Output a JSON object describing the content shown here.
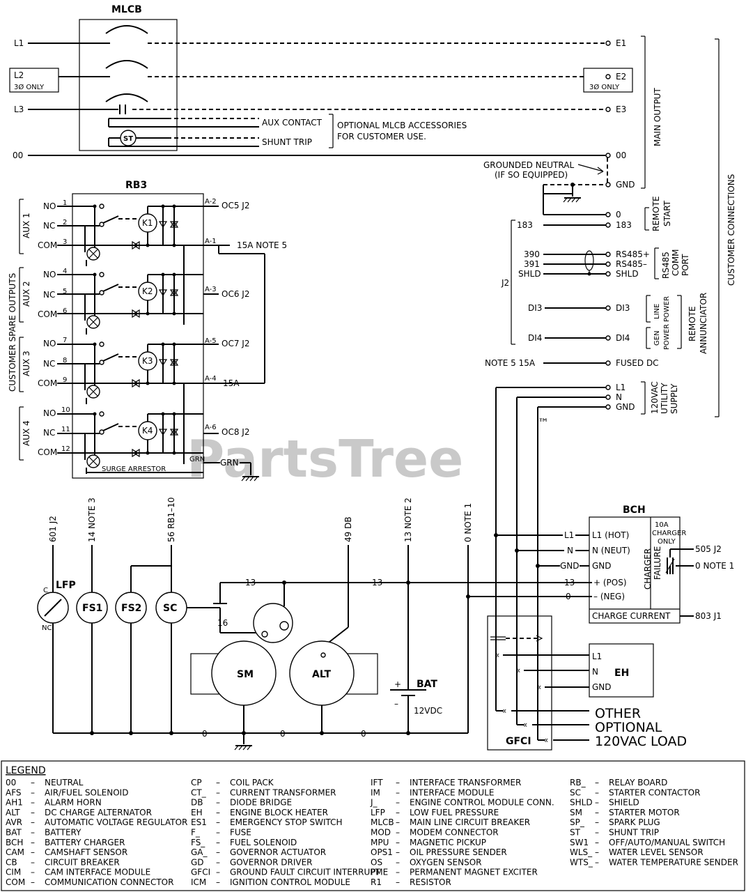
{
  "titles": {
    "mlcb": "MLCB",
    "rb3": "RB3",
    "bch": "BCH"
  },
  "watermark": {
    "text": "PartsTree",
    "tm": "™"
  },
  "mlcb": {
    "left": [
      "L1",
      "L2",
      "3Ø ONLY",
      "L3",
      "00"
    ],
    "right": [
      "E1",
      "E2",
      "3Ø ONLY",
      "E3",
      "00",
      "GND"
    ],
    "aux_contact": "AUX CONTACT",
    "shunt_trip": "SHUNT TRIP",
    "st": "ST",
    "optional_1": "OPTIONAL MLCB ACCESSORIES",
    "optional_2": "FOR CUSTOMER USE.",
    "grounded_1": "GROUNDED NEUTRAL",
    "grounded_2": "(IF SO EQUIPPED)"
  },
  "groups": {
    "main_output": "MAIN OUTPUT",
    "customer_connections": "CUSTOMER CONNECTIONS",
    "customer_spare_outputs": "CUSTOMER SPARE OUTPUTS",
    "remote_start_1": "REMOTE",
    "remote_start_2": "START",
    "rs485_1": "RS485",
    "rs485_2": "COMM",
    "rs485_3": "PORT",
    "remote_ann_1": "REMOTE",
    "remote_ann_2": "ANNUNCIATOR",
    "line_power_1": "LINE",
    "line_power_2": "POWER",
    "gen_power_1": "GEN",
    "gen_power_2": "POWER",
    "utility_1": "120VAC",
    "utility_2": "UTILITY",
    "utility_3": "SUPPLY"
  },
  "rb3": {
    "aux": [
      "AUX 1",
      "AUX 2",
      "AUX 3",
      "AUX 4"
    ],
    "terms": [
      "NO",
      "NC",
      "COM"
    ],
    "pins": [
      "1",
      "2",
      "3",
      "4",
      "5",
      "6",
      "7",
      "8",
      "9",
      "10",
      "11",
      "12"
    ],
    "relays": [
      "K1",
      "K2",
      "K3",
      "K4"
    ],
    "a_pins": [
      "A-2",
      "A-1",
      "A-3",
      "A-5",
      "A-4",
      "A-6"
    ],
    "outs": [
      "OC5 J2",
      "15A NOTE 5",
      "OC6 J2",
      "OC7 J2",
      "15A",
      "OC8 J2"
    ],
    "surge": "SURGE ARRESTOR",
    "grn": "GRN"
  },
  "cc": {
    "remote": [
      "0",
      "183",
      "183"
    ],
    "comm_left": [
      "390",
      "391",
      "SHLD"
    ],
    "comm_right": [
      "RS485+",
      "RS485–",
      "SHLD"
    ],
    "j2": "J2",
    "di_left": [
      "DI3",
      "DI4"
    ],
    "di_right": [
      "DI3",
      "DI4"
    ],
    "note5": "NOTE 5 15A",
    "fused_dc": "FUSED DC",
    "util": [
      "L1",
      "N",
      "GND"
    ]
  },
  "lower": {
    "wire_labels": [
      "601 J2",
      "14 NOTE 3",
      "56 RB1–10",
      "49 DB",
      "13 NOTE 2",
      "0 NOTE 1"
    ],
    "components": [
      "LFP",
      "FS1",
      "FS2",
      "SC",
      "SM",
      "ALT",
      "BAT",
      "EH",
      "GFCI"
    ],
    "lfp_c": "C",
    "lfp_nc": "NC",
    "bat_volt": "12VDC",
    "plus": "+",
    "minus": "–",
    "wire13": "13",
    "wire16": "16",
    "wire0": "0",
    "bch_rows": [
      "L1 (HOT)",
      "N (NEUT)",
      "GND",
      "+ (POS)",
      "– (NEG)"
    ],
    "bch_in": [
      "L1",
      "N",
      "GND",
      "13",
      "0"
    ],
    "bch_charge_current": "CHARGE CURRENT",
    "bch_10a": [
      "10A",
      "CHARGER",
      "ONLY"
    ],
    "bch_fail": [
      "CHARGER",
      "FAILURE"
    ],
    "bch_out": [
      "505 J2",
      "0 NOTE 1",
      "803 J1"
    ],
    "eh_terms": [
      "L1",
      "N",
      "GND"
    ],
    "load": [
      "OTHER",
      "OPTIONAL",
      "120VAC LOAD"
    ]
  },
  "legend": {
    "title": "LEGEND",
    "col1": [
      [
        "00",
        "NEUTRAL"
      ],
      [
        "AFS",
        "AIR/FUEL SOLENOID"
      ],
      [
        "AH1",
        "ALARM HORN"
      ],
      [
        "ALT",
        "DC CHARGE ALTERNATOR"
      ],
      [
        "AVR",
        "AUTOMATIC VOLTAGE REGULATOR"
      ],
      [
        "BAT",
        "BATTERY"
      ],
      [
        "BCH",
        "BATTERY CHARGER"
      ],
      [
        "CAM",
        "CAMSHAFT SENSOR"
      ],
      [
        "CB",
        "CIRCUIT BREAKER"
      ],
      [
        "CIM",
        "CAM INTERFACE MODULE"
      ],
      [
        "COM",
        "COMMUNICATION CONNECTOR"
      ]
    ],
    "col2": [
      [
        "CP",
        "COIL PACK"
      ],
      [
        "CT_",
        "CURRENT TRANSFORMER"
      ],
      [
        "DB",
        "DIODE BRIDGE"
      ],
      [
        "EH",
        "ENGINE BLOCK HEATER"
      ],
      [
        "ES1",
        "EMERGENCY STOP SWITCH"
      ],
      [
        "F_",
        "FUSE"
      ],
      [
        "FS_",
        "FUEL SOLENOID"
      ],
      [
        "GA_",
        "GOVERNOR ACTUATOR"
      ],
      [
        "GD",
        "GOVERNOR DRIVER"
      ],
      [
        "GFCI",
        "GROUND FAULT CIRCUIT INTERRUPT"
      ],
      [
        "ICM",
        "IGNITION CONTROL MODULE"
      ]
    ],
    "col3": [
      [
        "IFT",
        "INTERFACE TRANSFORMER"
      ],
      [
        "IM",
        "INTERFACE MODULE"
      ],
      [
        "J_",
        "ENGINE CONTROL MODULE CONN."
      ],
      [
        "LFP",
        "LOW FUEL PRESSURE"
      ],
      [
        "MLCB",
        "MAIN LINE CIRCUIT BREAKER"
      ],
      [
        "MOD",
        "MODEM CONNECTOR"
      ],
      [
        "MPU",
        "MAGNETIC PICKUP"
      ],
      [
        "OPS1",
        "OIL PRESSURE SENDER"
      ],
      [
        "OS",
        "OXYGEN SENSOR"
      ],
      [
        "PME",
        "PERMANENT MAGNET EXCITER"
      ],
      [
        "R1",
        "RESISTOR"
      ]
    ],
    "col4": [
      [
        "RB_",
        "RELAY BOARD"
      ],
      [
        "SC",
        "STARTER CONTACTOR"
      ],
      [
        "SHLD",
        "SHIELD"
      ],
      [
        "SM",
        "STARTER MOTOR"
      ],
      [
        "SP_",
        "SPARK PLUG"
      ],
      [
        "ST",
        "SHUNT TRIP"
      ],
      [
        "SW1",
        "OFF/AUTO/MANUAL SWITCH"
      ],
      [
        "WLS_",
        "WATER LEVEL SENSOR"
      ],
      [
        "WTS_",
        "WATER TEMPERATURE SENDER"
      ]
    ]
  }
}
